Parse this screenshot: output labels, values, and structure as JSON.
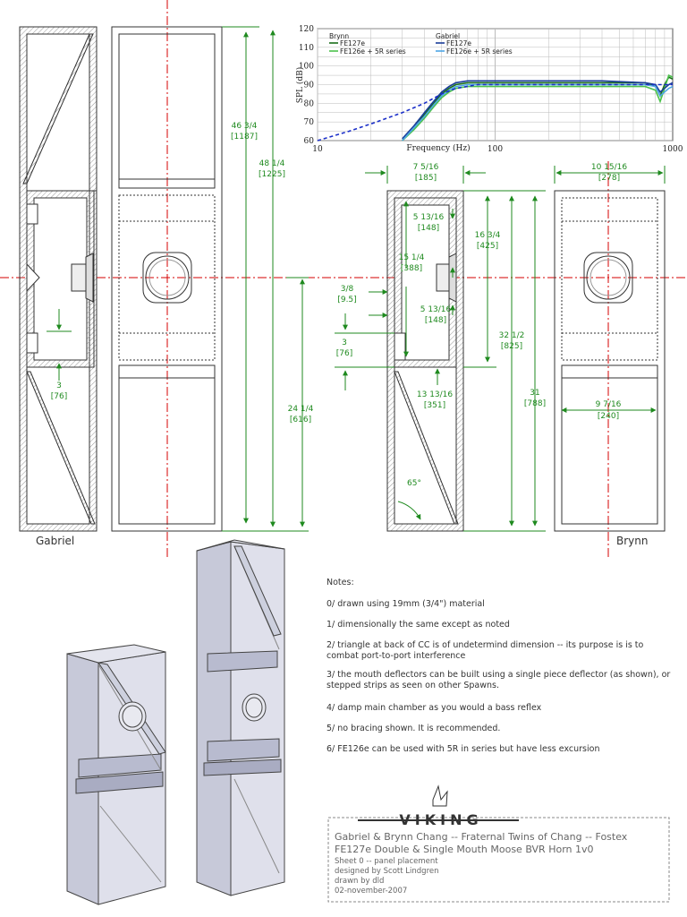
{
  "labels": {
    "gabriel": "Gabriel",
    "brynn": "Brynn"
  },
  "dims": {
    "h_46_3_4": "46 3/4",
    "h_1187": "[1187]",
    "h_48_1_4": "48 1/4",
    "h_1225": "[1225]",
    "h_24_1_4": "24 1/4",
    "h_616": "[616]",
    "g_3": "3",
    "g_76": "[76]",
    "w_7_5_16": "7 5/16",
    "w_185": "[185]",
    "w_10_15_16": "10 15/16",
    "w_278": "[278]",
    "d_5_13_16a": "5 13/16",
    "d_148a": "[148]",
    "d_15_1_4": "15 1/4",
    "d_388": "[388]",
    "d_3_8": "3/8",
    "d_9_5": "[9.5]",
    "d_5_13_16b": "5 13/16",
    "d_148b": "[148]",
    "d_3": "3",
    "d_76": "[76]",
    "d_16_3_4": "16 3/4",
    "d_425": "[425]",
    "d_32_1_2": "32 1/2",
    "d_825": "[825]",
    "d_31": "31",
    "d_788": "[788]",
    "d_13_13_16": "13 13/16",
    "d_351": "[351]",
    "d_9_7_16": "9 7/16",
    "d_240": "[240]",
    "angle": "65°"
  },
  "notes": {
    "heading": "Notes:",
    "items": [
      "0/ drawn using 19mm (3/4\") material",
      "1/ dimensionally the same except as noted",
      "2/ triangle at back of CC is of undetermind dimension -- its purpose is is to combat port-to-port interference",
      "3/ the mouth deflectors can be built using a single piece deflector  (as shown), or stepped strips as seen on other Spawns.",
      "4/ damp main chamber as you would a bass reflex",
      "5/ no bracing shown. It is recommended.",
      "6/ FE126e can be used with 5R in series but have less excursion"
    ]
  },
  "title_block": {
    "logo": "VIKING",
    "line1": "Gabriel & Brynn Chang -- Fraternal Twins of Chang -- Fostex",
    "line2": "FE127e Double & Single Mouth Moose BVR Horn 1v0",
    "line3": "Sheet 0 -- panel placement",
    "line4": "designed by Scott Lindgren",
    "line5": "drawn by dld",
    "line6": "02-november-2007"
  },
  "colors": {
    "dimension": "#1f8a1f",
    "centerline": "#d40000",
    "outline": "#333333",
    "hatch": "#888888",
    "brynn_fe127e": "#1a6e1a",
    "brynn_fe126e": "#4cc24c",
    "gabriel_fe127e": "#1a3d99",
    "gabriel_fe126e": "#4da6e6",
    "sim_dashed": "#1a2ec8"
  },
  "chart_data": {
    "type": "line",
    "title": "",
    "xlabel": "Frequency (Hz)",
    "ylabel": "SPL (dB)",
    "xscale": "log",
    "xlim": [
      10,
      1000
    ],
    "ylim": [
      60,
      120
    ],
    "x_ticks": [
      "10",
      "100",
      "1000"
    ],
    "y_ticks": [
      "60",
      "70",
      "80",
      "90",
      "100",
      "110",
      "120"
    ],
    "grid": true,
    "legend_groups": [
      "Brynn",
      "Gabriel"
    ],
    "series": [
      {
        "name": "FE127e",
        "group": "Brynn",
        "color": "#1a6e1a",
        "dash": false,
        "x": [
          30,
          35,
          40,
          45,
          50,
          55,
          60,
          70,
          80,
          100,
          200,
          400,
          700,
          800,
          850,
          900,
          950,
          1000
        ],
        "y": [
          60,
          67,
          74,
          80,
          85,
          88,
          90,
          91,
          91,
          91,
          91,
          91,
          91,
          89,
          84,
          90,
          94,
          93
        ]
      },
      {
        "name": "FE126e + 5R series",
        "group": "Brynn",
        "color": "#4cc24c",
        "dash": false,
        "x": [
          30,
          35,
          40,
          45,
          50,
          55,
          60,
          70,
          80,
          100,
          200,
          400,
          700,
          800,
          850,
          900,
          950,
          1000
        ],
        "y": [
          60,
          66,
          72,
          78,
          83,
          86,
          88,
          89,
          89,
          89,
          89,
          89,
          89,
          87,
          81,
          88,
          95,
          94
        ]
      },
      {
        "name": "FE127e",
        "group": "Gabriel",
        "color": "#1a3d99",
        "dash": false,
        "x": [
          30,
          35,
          40,
          45,
          50,
          55,
          60,
          70,
          80,
          100,
          200,
          400,
          700,
          800,
          850,
          900,
          950,
          1000
        ],
        "y": [
          61,
          68,
          75,
          81,
          86,
          89,
          91,
          92,
          92,
          92,
          92,
          92,
          91,
          90,
          86,
          88,
          90,
          91
        ]
      },
      {
        "name": "FE126e + 5R series",
        "group": "Gabriel",
        "color": "#4da6e6",
        "dash": false,
        "x": [
          30,
          35,
          40,
          45,
          50,
          55,
          60,
          70,
          80,
          100,
          200,
          400,
          700,
          800,
          850,
          900,
          950,
          1000
        ],
        "y": [
          60,
          67,
          73,
          79,
          84,
          87,
          89,
          90,
          90,
          90,
          90,
          90,
          90,
          89,
          84,
          86,
          88,
          89
        ]
      },
      {
        "name": "",
        "group": "",
        "color": "#1a2ec8",
        "dash": true,
        "x": [
          10,
          15,
          20,
          30,
          40,
          50,
          60,
          80,
          100,
          200,
          500,
          1000
        ],
        "y": [
          60,
          65,
          69,
          75,
          80,
          85,
          88,
          90,
          90,
          90,
          90,
          90
        ]
      }
    ]
  }
}
